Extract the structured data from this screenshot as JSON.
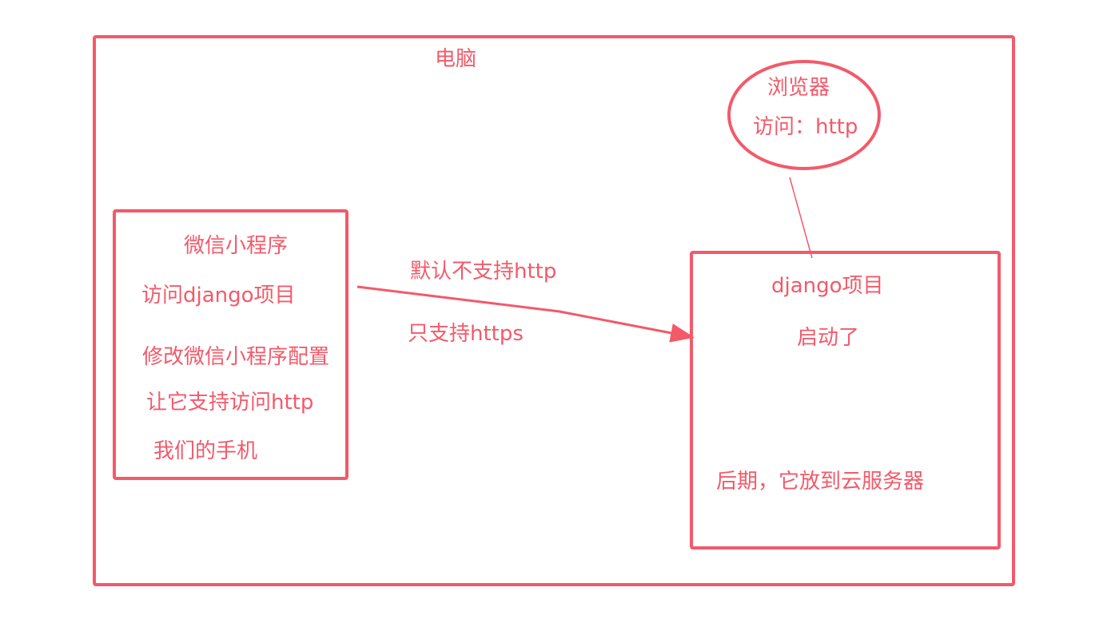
{
  "colors": {
    "stroke": "#f25a6a",
    "background": "#ffffff"
  },
  "computer": {
    "label": "电脑"
  },
  "browser": {
    "title": "浏览器",
    "access": "访问：http"
  },
  "mini_program": {
    "lines": [
      "微信小程序",
      "访问django项目",
      "修改微信小程序配置",
      "让它支持访问http",
      "我们的手机"
    ]
  },
  "connection": {
    "label_top": "默认不支持http",
    "label_bottom": "只支持https"
  },
  "django_project": {
    "title": "django项目",
    "status": "启动了",
    "note": "后期，它放到云服务器"
  }
}
